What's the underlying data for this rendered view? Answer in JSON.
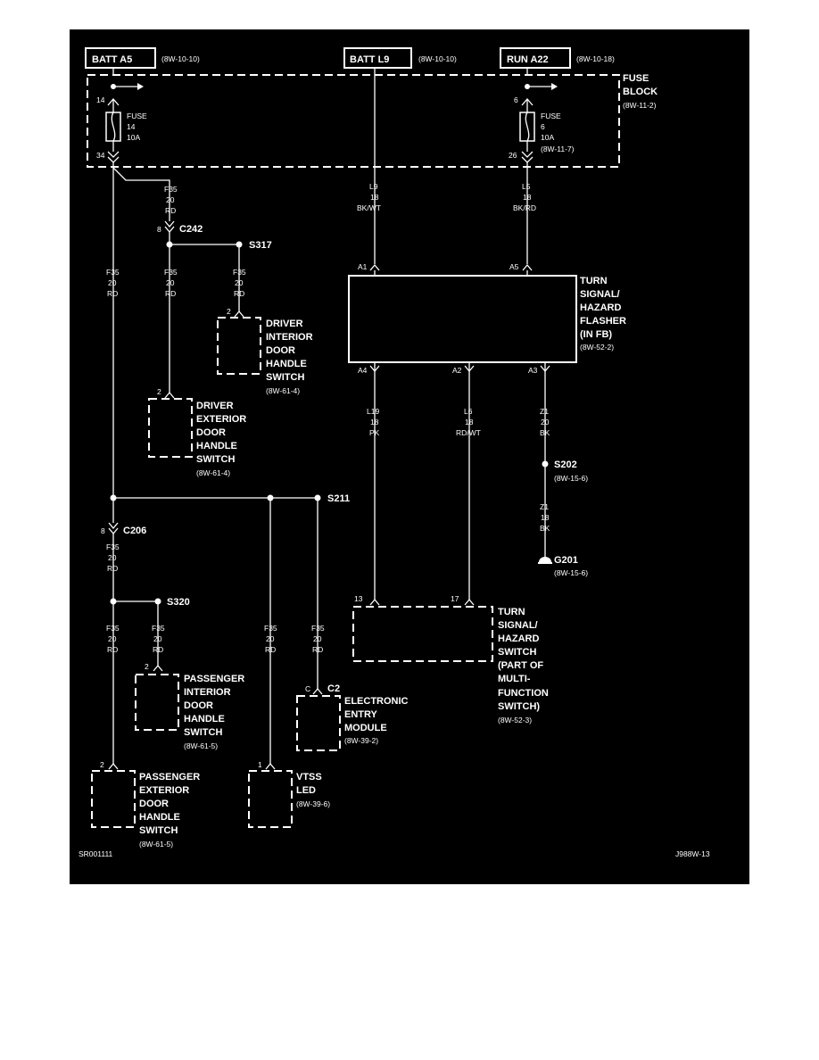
{
  "sources": {
    "batt_a5": {
      "label": "BATT A5",
      "ref": "(8W-10-10)"
    },
    "batt_l9": {
      "label": "BATT L9",
      "ref": "(8W-10-10)"
    },
    "run_a22": {
      "label": "RUN A22",
      "ref": "(8W-10-18)"
    }
  },
  "fuse_block": {
    "title_l1": "FUSE",
    "title_l2": "BLOCK",
    "ref": "(8W-11-2)",
    "fuse14": {
      "pin_in": "14",
      "label": "FUSE",
      "num": "14",
      "amps": "10A",
      "pin_out": "34"
    },
    "fuse6": {
      "pin_in": "6",
      "label": "FUSE",
      "num": "6",
      "amps": "10A",
      "ref": "(8W-11-7)",
      "pin_out": "26"
    }
  },
  "wires": {
    "f35": {
      "circuit": "F35",
      "gauge": "20",
      "color": "RD"
    },
    "l9": {
      "circuit": "L9",
      "gauge": "18",
      "color": "BK/WT"
    },
    "l5": {
      "circuit": "L5",
      "gauge": "18",
      "color": "BK/RD"
    },
    "l19": {
      "circuit": "L19",
      "gauge": "18",
      "color": "PK"
    },
    "l6": {
      "circuit": "L6",
      "gauge": "18",
      "color": "RD/WT"
    },
    "z1a": {
      "circuit": "Z1",
      "gauge": "20",
      "color": "BK"
    },
    "z1b": {
      "circuit": "Z1",
      "gauge": "18",
      "color": "BK"
    }
  },
  "connectors": {
    "c242": {
      "label": "C242",
      "pin": "8"
    },
    "c206": {
      "label": "C206",
      "pin": "8"
    },
    "c2": {
      "label": "C2",
      "pin": "C"
    }
  },
  "splices": {
    "s317": "S317",
    "s211": "S211",
    "s320": "S320",
    "s202": {
      "label": "S202",
      "ref": "(8W-15-6)"
    },
    "g201": {
      "label": "G201",
      "ref": "(8W-15-6)"
    }
  },
  "flasher": {
    "lines": [
      "TURN",
      "SIGNAL/",
      "HAZARD",
      "FLASHER",
      "(IN FB)"
    ],
    "ref": "(8W-52-2)",
    "pins": {
      "a1": "A1",
      "a5": "A5",
      "a4": "A4",
      "a2": "A2",
      "a3": "A3"
    }
  },
  "components": {
    "drv_int": {
      "pin": "2",
      "lines": [
        "DRIVER",
        "INTERIOR",
        "DOOR",
        "HANDLE",
        "SWITCH"
      ],
      "ref": "(8W-61-4)"
    },
    "drv_ext": {
      "pin": "2",
      "lines": [
        "DRIVER",
        "EXTERIOR",
        "DOOR",
        "HANDLE",
        "SWITCH"
      ],
      "ref": "(8W-61-4)"
    },
    "pass_int": {
      "pin": "2",
      "lines": [
        "PASSENGER",
        "INTERIOR",
        "DOOR",
        "HANDLE",
        "SWITCH"
      ],
      "ref": "(8W-61-5)"
    },
    "pass_ext": {
      "pin": "2",
      "lines": [
        "PASSENGER",
        "EXTERIOR",
        "DOOR",
        "HANDLE",
        "SWITCH"
      ],
      "ref": "(8W-61-5)"
    },
    "vtss": {
      "pin": "1",
      "lines": [
        "VTSS",
        "LED"
      ],
      "ref": "(8W-39-6)"
    },
    "eem": {
      "lines": [
        "ELECTRONIC",
        "ENTRY",
        "MODULE"
      ],
      "ref": "(8W-39-2)"
    },
    "tsw": {
      "pin13": "13",
      "pin17": "17",
      "lines": [
        "TURN",
        "SIGNAL/",
        "HAZARD",
        "SWITCH",
        "(PART OF",
        "MULTI-",
        "FUNCTION",
        "SWITCH)"
      ],
      "ref": "(8W-52-3)"
    }
  },
  "footer": {
    "left": "SR001111",
    "right": "J988W-13"
  }
}
